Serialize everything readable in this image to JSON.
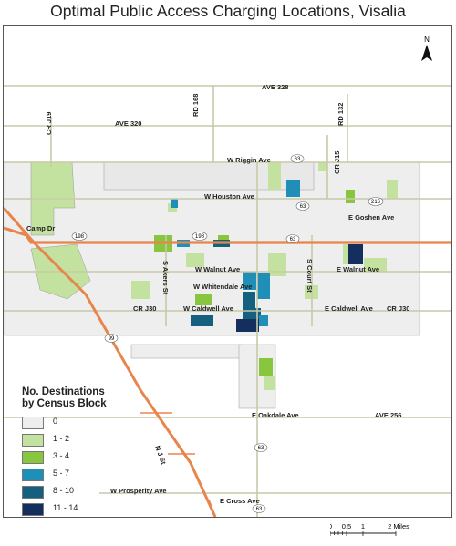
{
  "title": "Optimal Public Access Charging Locations, Visalia",
  "roads": {
    "ave_328": "AVE 328",
    "ave_320": "AVE 320",
    "cr_j19": "CR J19",
    "rd_168": "RD 168",
    "rd_132": "RD 132",
    "cr_j15": "CR J15",
    "riggin": "W Riggin Ave",
    "houston": "W Houston Ave",
    "goshen": "E Goshen Ave",
    "camp_dr": "Camp Dr",
    "akers": "S Akers St",
    "walnut_w": "W Walnut Ave",
    "walnut_e": "E Walnut Ave",
    "whitendale": "W Whitendale Ave",
    "court": "S Court St",
    "cr_j30_w": "CR J30",
    "caldwell_w": "W Caldwell Ave",
    "caldwell_e": "E Caldwell Ave",
    "cr_j30_e": "CR J30",
    "oakdale": "E Oakdale Ave",
    "ave_256": "AVE 256",
    "n_j_st": "N J St",
    "prosperity": "W Prosperity Ave",
    "cross": "E Cross Ave"
  },
  "shields": {
    "s63_north": "63",
    "s63_mid": "63",
    "s198_west": "198",
    "s198_mid": "198",
    "s63_center": "63",
    "s216": "216",
    "s99": "99",
    "s63_south": "63",
    "s63_bottom": "63"
  },
  "north_arrow": {
    "label": "N"
  },
  "legend": {
    "title_line1": "No. Destinations",
    "title_line2": "by Census Block",
    "classes": [
      {
        "label": "0",
        "color": "#eeeeee"
      },
      {
        "label": "1 - 2",
        "color": "#c3e2a0"
      },
      {
        "label": "3 - 4",
        "color": "#88c640"
      },
      {
        "label": "5 - 7",
        "color": "#1f8fb8"
      },
      {
        "label": "8 - 10",
        "color": "#16607f"
      },
      {
        "label": "11 - 14",
        "color": "#142e5e"
      }
    ]
  },
  "scale_bar": {
    "ticks": [
      "0",
      "0.5",
      "1",
      "2 Miles"
    ]
  },
  "colors": {
    "highway": "#e8854c",
    "road": "#c9c9a8",
    "block_outline": "#9a9a9a"
  }
}
